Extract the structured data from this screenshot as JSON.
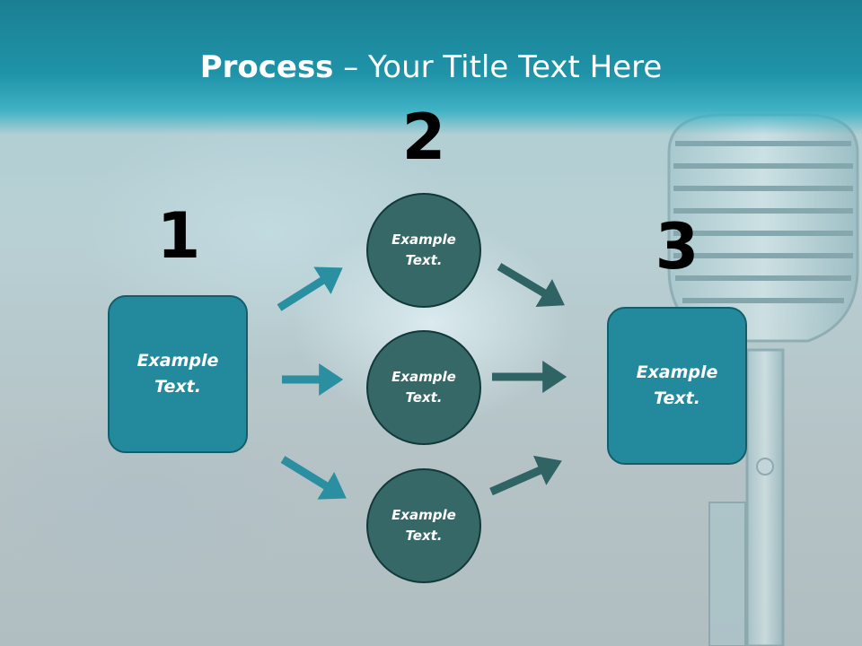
{
  "title": {
    "bold": "Process",
    "rest": " – Your Title Text Here"
  },
  "steps": [
    {
      "number": "1",
      "text": "Example Text."
    },
    {
      "number": "2",
      "text": ""
    },
    {
      "number": "3",
      "text": "Example Text."
    }
  ],
  "middle_nodes": [
    {
      "text": "Example Text."
    },
    {
      "text": "Example Text."
    },
    {
      "text": "Example Text."
    }
  ],
  "colors": {
    "title_band": "#1f93a8",
    "step_box": "#238a9d",
    "circle": "#356866",
    "arrow_left": "#2a8fa0",
    "arrow_right": "#2f6364"
  }
}
